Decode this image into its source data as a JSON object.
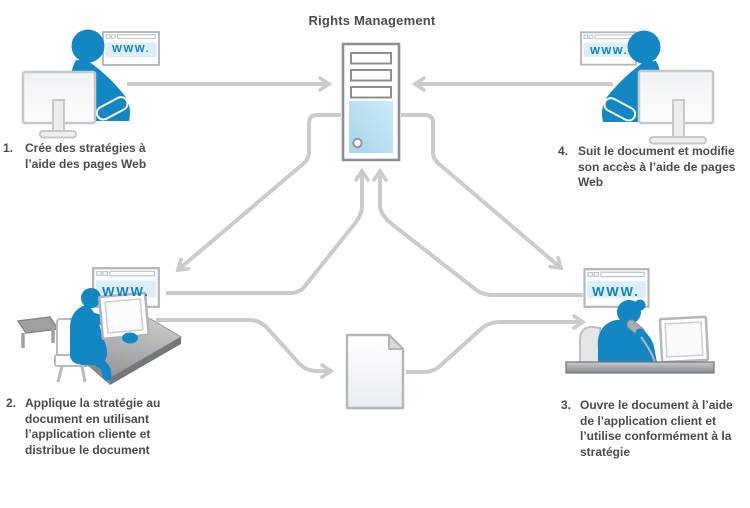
{
  "title": "Rights Management",
  "browser_label": "WWW.",
  "steps": [
    {
      "num": "1.",
      "lines": [
        "Crée des stratégies à",
        "l’aide des pages Web"
      ]
    },
    {
      "num": "2.",
      "lines": [
        "Applique la stratégie au",
        "document en utilisant",
        "l’application cliente et",
        "distribue le document"
      ]
    },
    {
      "num": "3.",
      "lines": [
        "Ouvre le document à l’aide",
        "de l’application client et",
        "l’utilise conformément à la",
        "stratégie"
      ]
    },
    {
      "num": "4.",
      "lines": [
        "Suit le document et modifie",
        "son accès à l’aide de pages",
        "Web"
      ]
    }
  ],
  "icons": {
    "center": "server-tower-icon",
    "bottom_center": "document-icon",
    "browsers": "browser-window-icon",
    "top_left": "user-at-monitor-icon",
    "top_right": "user-at-monitor-icon",
    "bottom_left": "user-at-desk-icon",
    "bottom_right": "user-on-phone-icon"
  },
  "colors": {
    "person_blue": "#1287c4",
    "link_blue": "#0f82c0",
    "arrow_gray": "#c9cbcc",
    "outline_gray": "#b2b6b9",
    "text_gray": "#4b4b4b",
    "server_panel_blue": "#b9ddf0"
  }
}
